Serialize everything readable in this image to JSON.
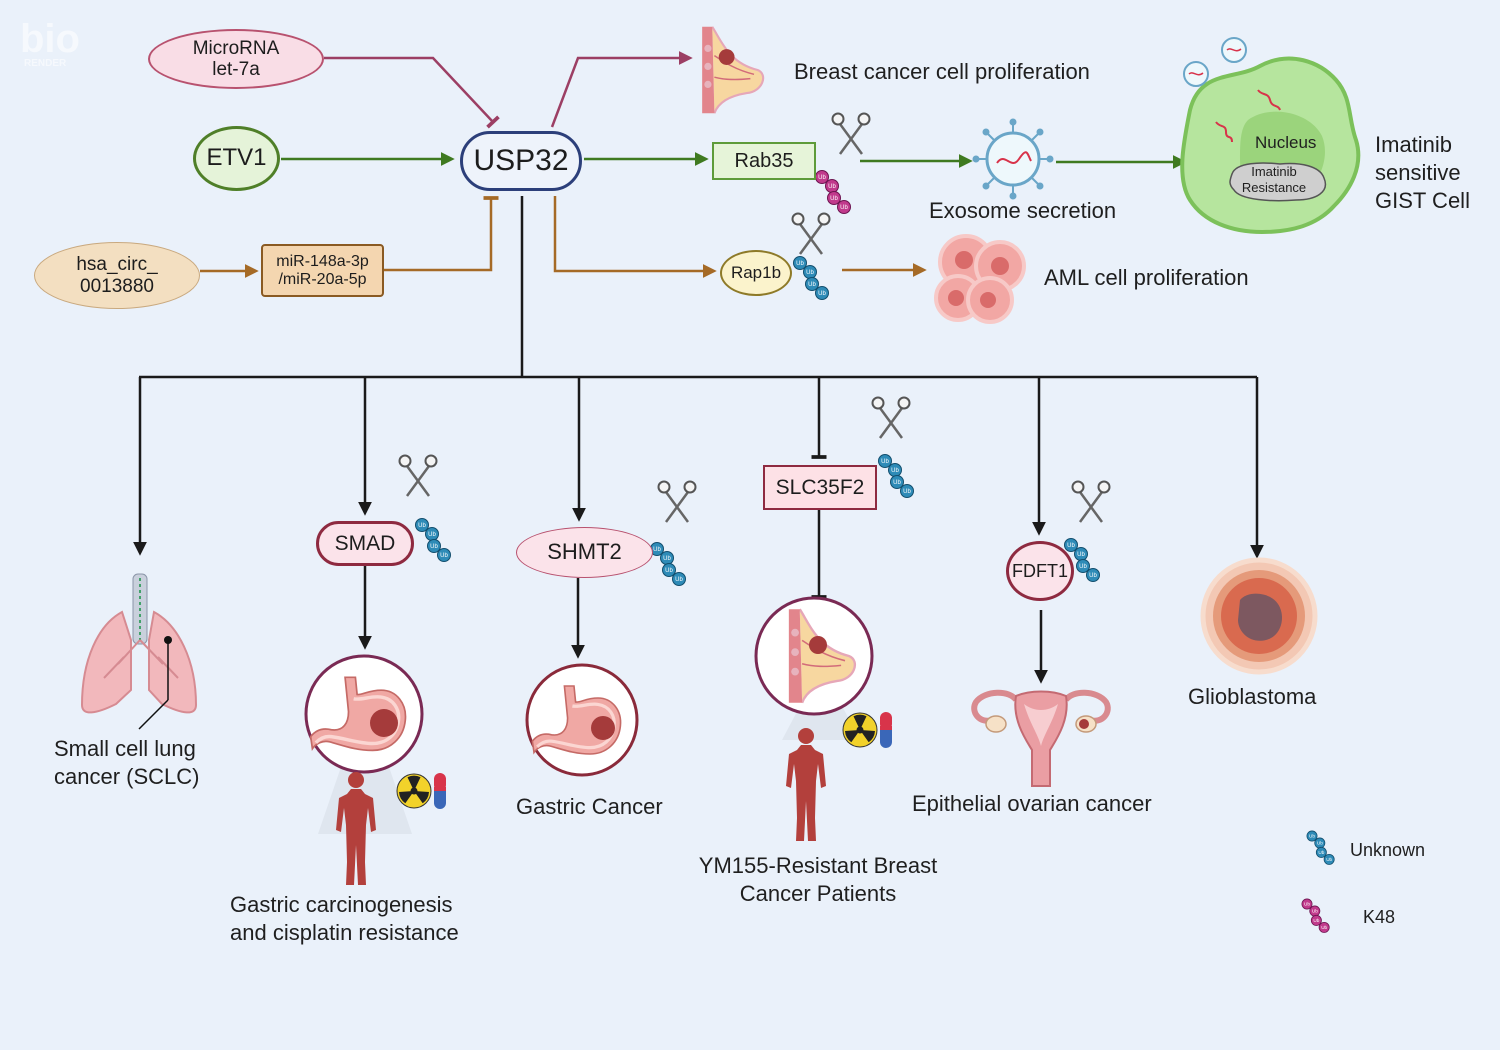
{
  "watermark": "bio",
  "nodes": {
    "microrna": "MicroRNA\nlet-7a",
    "etv1": "ETV1",
    "usp32": "USP32",
    "hsa_circ": "hsa_circ_\n0013880",
    "mir": "miR-148a-3p\n/miR-20a-5p",
    "rab35": "Rab35",
    "rap1b": "Rap1b",
    "smad": "SMAD",
    "shmt2": "SHMT2",
    "slc35f2": "SLC35F2",
    "fdft1": "FDFT1"
  },
  "labels": {
    "breast_prolif": "Breast cancer cell proliferation",
    "exosome": "Exosome secretion",
    "gist": "Imatinib\nsensitive\nGIST Cell",
    "nucleus": "Nucleus",
    "imatinib_res": "Imatinib\nResistance",
    "aml": "AML cell proliferation",
    "sclc": "Small cell lung\ncancer (SCLC)",
    "gastric_carc": "Gastric carcinogenesis\nand cisplatin resistance",
    "gastric_cancer": "Gastric Cancer",
    "ym155": "YM155-Resistant Breast\nCancer Patients",
    "ovarian": "Epithelial ovarian cancer",
    "glioblastoma": "Glioblastoma"
  },
  "ub_label": "Ub",
  "legend": {
    "unknown": "Unknown",
    "k48": "K48"
  },
  "colors": {
    "background": "#eaf1fa",
    "green": "#3f7a20",
    "brown": "#a56a26",
    "maroon": "#9c3f64",
    "black": "#1a1a1a",
    "ub_blue": "#2e8bb7",
    "ub_pink": "#c13a8c",
    "tumor": "#a53b3b"
  },
  "icons": [
    "breast-icon",
    "exosome-icon",
    "gist-cell-icon",
    "aml-cells-icon",
    "lungs-icon",
    "stomach-icon",
    "human-body-icon",
    "radiation-icon",
    "drug-capsule-icon",
    "uterus-icon",
    "glioblastoma-cell-icon",
    "scissors-icon",
    "ubiquitin-chain-icon"
  ]
}
